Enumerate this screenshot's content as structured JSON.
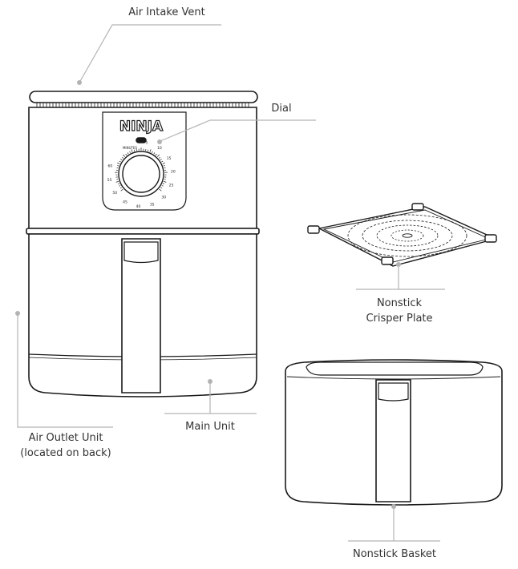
{
  "callouts": {
    "air_intake_vent": "Air Intake Vent",
    "dial": "Dial",
    "crisper_plate": [
      "Nonstick",
      "Crisper Plate"
    ],
    "main_unit": "Main Unit",
    "air_outlet_unit": [
      "Air Outlet Unit",
      "(located on back)"
    ],
    "basket": "Nonstick Basket"
  },
  "product": {
    "brand": "NINJA",
    "dial_top_label": "MINUTES",
    "dial_numbers": [
      "5",
      "10",
      "15",
      "20",
      "25",
      "30",
      "35",
      "40",
      "45",
      "50",
      "55",
      "60"
    ]
  },
  "colors": {
    "line": "#1a1a1a",
    "leader": "#b3b3b3",
    "text": "#333333"
  }
}
